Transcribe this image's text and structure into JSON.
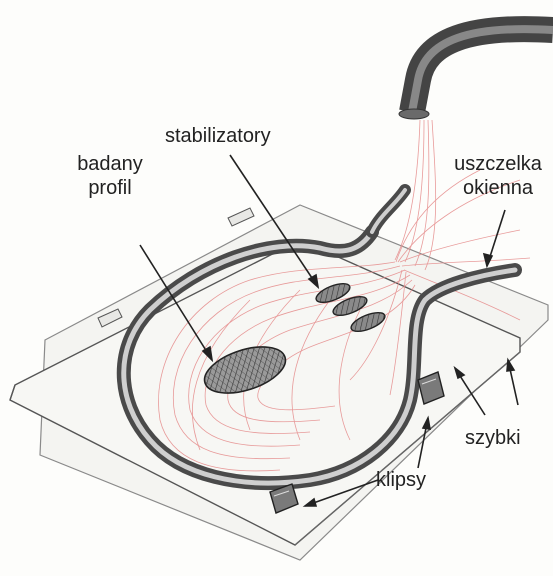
{
  "labels": {
    "tested_profile": [
      "badany",
      "profil"
    ],
    "stabilizers": "stabilizatory",
    "window_seal": [
      "uszczelka",
      "okienna"
    ],
    "glass_panes": "szybki",
    "clips": "klipsy"
  },
  "colors": {
    "pencil": "#3a3a3a",
    "pencil_light": "#8a8a8a",
    "streamline": "#e58a8a",
    "seal_fill": "#6e6e6e",
    "glass": "#f2f2ef"
  }
}
